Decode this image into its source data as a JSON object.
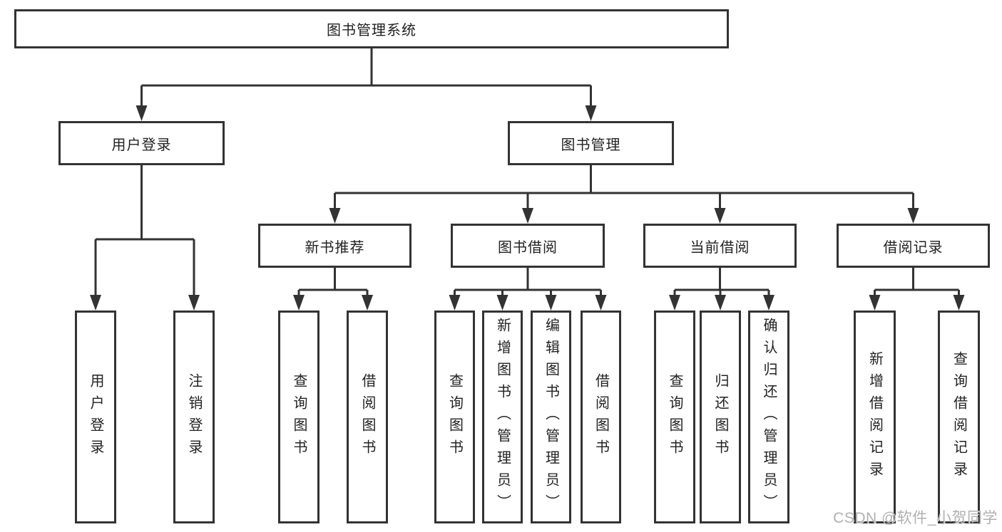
{
  "tree": {
    "root": "图书管理系统",
    "branches": [
      {
        "label": "用户登录",
        "children": [
          "用户登录",
          "注销登录"
        ]
      },
      {
        "label": "图书管理",
        "groups": [
          {
            "label": "新书推荐",
            "children": [
              "查询图书",
              "借阅图书"
            ]
          },
          {
            "label": "图书借阅",
            "children": [
              "查询图书",
              "新增图书（管理员）",
              "编辑图书（管理员）",
              "借阅图书"
            ]
          },
          {
            "label": "当前借阅",
            "children": [
              "查询图书",
              "归还图书",
              "确认归还（管理员）"
            ]
          },
          {
            "label": "借阅记录",
            "children": [
              "新增借阅记录",
              "查询借阅记录"
            ]
          }
        ]
      }
    ]
  },
  "watermark": "CSDN @软件_小贺同学",
  "colors": {
    "line": "#333333",
    "text": "#222222",
    "background": "#ffffff",
    "watermark": "#b0b0b0"
  }
}
